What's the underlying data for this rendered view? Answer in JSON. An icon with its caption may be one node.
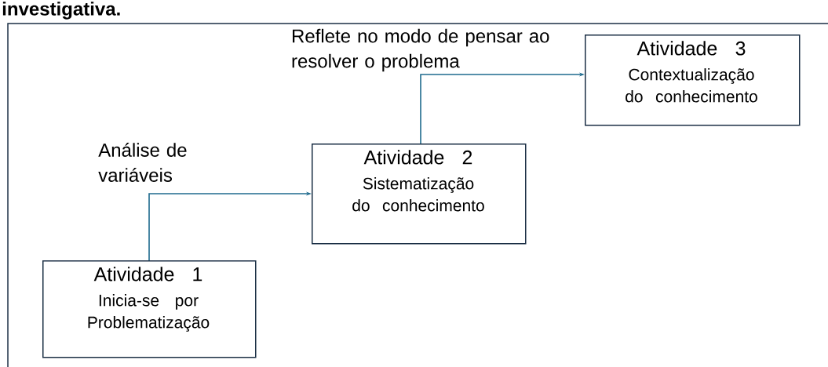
{
  "diagram": {
    "title": "investigativa.",
    "nodes": [
      {
        "text": [
          "Atividade 1",
          "Inicia-se por Problematização"
        ]
      },
      {
        "text": [
          "Atividade 2",
          "Sistematização do conhecimento"
        ]
      },
      {
        "text": [
          "Atividade 3",
          "Contextualização do conhecimento"
        ]
      }
    ],
    "edges": [
      {
        "from": 0,
        "to": 1,
        "arrow": "to",
        "label": "Análise de variáveis"
      },
      {
        "from": 1,
        "to": 2,
        "arrow": "to",
        "label": "Reflete no modo de pensar ao resolver o problema"
      }
    ]
  }
}
